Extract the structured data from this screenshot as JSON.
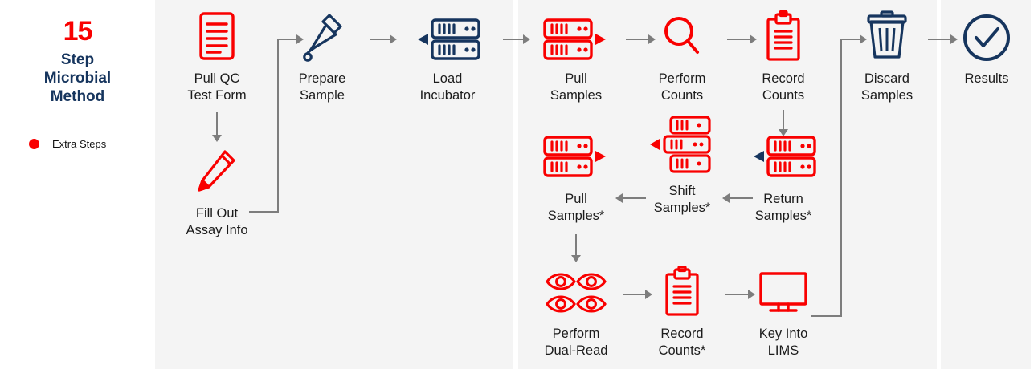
{
  "legend": {
    "number": "15",
    "title_lines": [
      "Step",
      "Microbial",
      "Method"
    ],
    "key_label": "Extra Steps",
    "key_color": "#f90000",
    "number_color": "#f90000",
    "title_color": "#16355e"
  },
  "colors": {
    "red": "#f90000",
    "navy": "#16355e",
    "arrow_gray": "#7d7d7d",
    "panel_bg": "#f4f4f4",
    "page_bg": "#ffffff",
    "text": "#1c1c1c"
  },
  "nodes": [
    {
      "id": "pull-qc-test-form",
      "label": "Pull QC\nTest Form",
      "icon": "document-icon",
      "accent": "red",
      "extra_step": false
    },
    {
      "id": "fill-out-assay-info",
      "label": "Fill Out\nAssay Info",
      "icon": "pencil-icon",
      "accent": "red",
      "extra_step": false
    },
    {
      "id": "prepare-sample",
      "label": "Prepare\nSample",
      "icon": "pipette-icon",
      "accent": "navy",
      "extra_step": false
    },
    {
      "id": "load-incubator",
      "label": "Load\nIncubator",
      "icon": "incubator-icon",
      "accent": "navy",
      "extra_step": false
    },
    {
      "id": "pull-samples",
      "label": "Pull\nSamples",
      "icon": "incubator-out-icon",
      "accent": "red",
      "extra_step": false
    },
    {
      "id": "perform-counts",
      "label": "Perform\nCounts",
      "icon": "magnifier-icon",
      "accent": "red",
      "extra_step": false
    },
    {
      "id": "record-counts",
      "label": "Record\nCounts",
      "icon": "clipboard-icon",
      "accent": "red",
      "extra_step": false
    },
    {
      "id": "return-samples",
      "label": "Return\nSamples*",
      "icon": "incubator-in-icon",
      "accent": "red",
      "extra_step": true
    },
    {
      "id": "shift-samples",
      "label": "Shift\nSamples*",
      "icon": "incubator-shift-icon",
      "accent": "red",
      "extra_step": true
    },
    {
      "id": "pull-samples-2",
      "label": "Pull\nSamples*",
      "icon": "incubator-out-icon",
      "accent": "red",
      "extra_step": true
    },
    {
      "id": "perform-dual-read",
      "label": "Perform\nDual-Read",
      "icon": "eyes-icon",
      "accent": "red",
      "extra_step": false
    },
    {
      "id": "record-counts-2",
      "label": "Record\nCounts*",
      "icon": "clipboard-icon",
      "accent": "red",
      "extra_step": true
    },
    {
      "id": "key-into-lims",
      "label": "Key Into\nLIMS",
      "icon": "monitor-icon",
      "accent": "red",
      "extra_step": false
    },
    {
      "id": "discard-samples",
      "label": "Discard\nSamples",
      "icon": "trash-icon",
      "accent": "navy",
      "extra_step": false
    },
    {
      "id": "results",
      "label": "Results",
      "icon": "check-circle-icon",
      "accent": "navy",
      "extra_step": false
    }
  ]
}
